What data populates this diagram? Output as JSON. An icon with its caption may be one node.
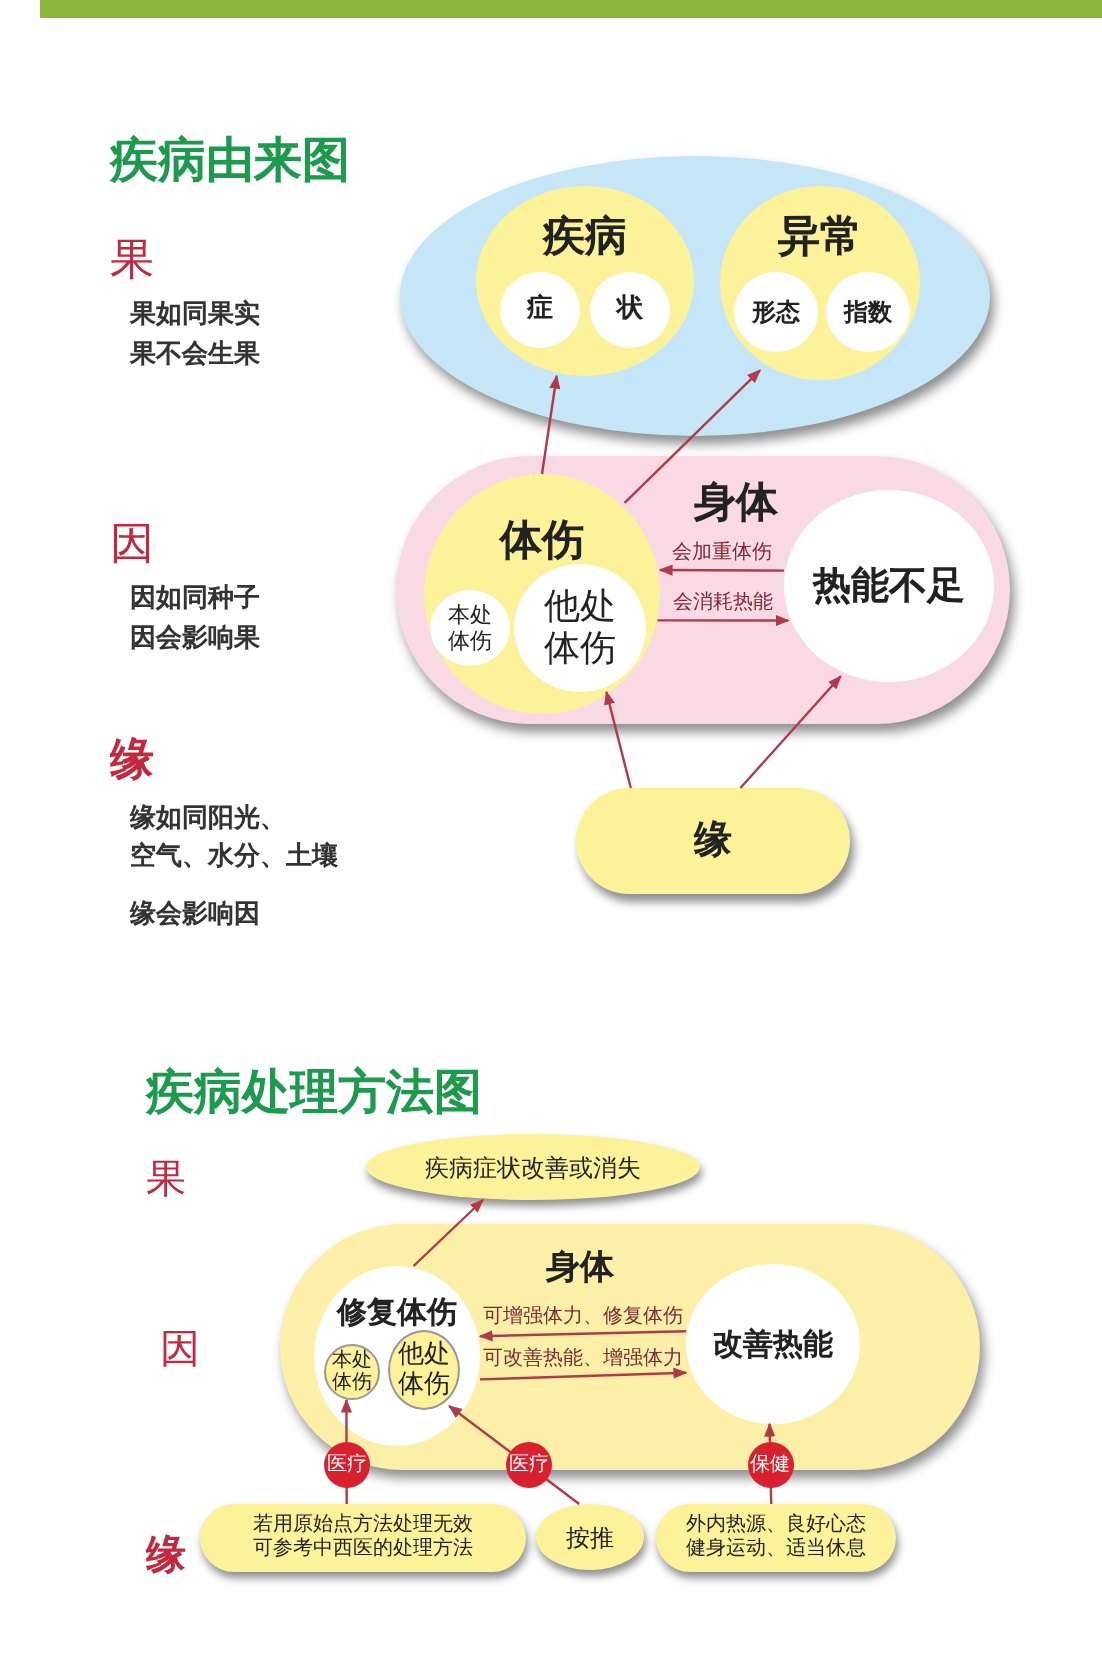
{
  "diagram": {
    "title": "疾病由来图",
    "nodes": [
      {
        "text": [],
        "shape": "ellipse"
      },
      {
        "text": [
          "疾病"
        ],
        "in": 0
      },
      {
        "text": [
          "症"
        ],
        "in": 1
      },
      {
        "text": [
          "状"
        ],
        "in": 1
      },
      {
        "text": [
          "异常"
        ],
        "in": 0
      },
      {
        "text": [
          "形态"
        ],
        "in": 4
      },
      {
        "text": [
          "指数"
        ],
        "in": 4
      },
      {
        "text": [
          "身体"
        ]
      },
      {
        "text": [
          "体伤"
        ],
        "in": 7
      },
      {
        "text": [
          "本处体伤"
        ],
        "in": 8
      },
      {
        "text": [
          "他处体伤"
        ],
        "in": 8
      },
      {
        "text": [
          "热能不足"
        ],
        "in": 7
      },
      {
        "text": [
          "缘"
        ]
      },
      {
        "text": [
          "疾病症状改善或消失"
        ]
      },
      {
        "text": [
          "身体"
        ]
      },
      {
        "text": [
          "修复体伤"
        ],
        "in": 14
      },
      {
        "text": [
          "本处体伤"
        ],
        "in": 15
      },
      {
        "text": [
          "他处体伤"
        ],
        "in": 15
      },
      {
        "text": [
          "改善热能"
        ],
        "in": 14
      },
      {
        "text": [
          "若用原始点方法处理无效可参考中西医的处理方法"
        ]
      },
      {
        "text": [
          "按推"
        ]
      },
      {
        "text": [
          "外内热源、良好心态健身运动、适当休息"
        ]
      }
    ],
    "edges": [
      {
        "from": 8,
        "to": 1,
        "arrow": "to"
      },
      {
        "from": 8,
        "to": 4,
        "arrow": "to"
      },
      {
        "from": 11,
        "to": 8,
        "arrow": "to",
        "label": "会加重体伤"
      },
      {
        "from": 8,
        "to": 11,
        "arrow": "to",
        "label": "会消耗热能"
      },
      {
        "from": 12,
        "to": 10,
        "arrow": "to"
      },
      {
        "from": 12,
        "to": 11,
        "arrow": "to"
      },
      {
        "from": 15,
        "to": 13,
        "arrow": "to"
      },
      {
        "from": 18,
        "to": 15,
        "arrow": "to",
        "label": "可增强体力、修复体伤"
      },
      {
        "from": 15,
        "to": 18,
        "arrow": "to",
        "label": "可改善热能、增强体力"
      },
      {
        "from": 19,
        "to": 16,
        "arrow": "to",
        "label": "医疗"
      },
      {
        "from": 20,
        "to": 17,
        "arrow": "to",
        "label": "医疗"
      },
      {
        "from": 21,
        "to": 18,
        "arrow": "to",
        "label": "保健"
      }
    ],
    "labels": [
      "果",
      "果如同果实",
      "果不会生果",
      "因",
      "因如同种子",
      "因会影响果",
      "缘",
      "缘如同阳光、",
      "空气、水分、土壤",
      "缘会影响因",
      "疾病处理方法图",
      "果",
      "因",
      "缘"
    ]
  }
}
